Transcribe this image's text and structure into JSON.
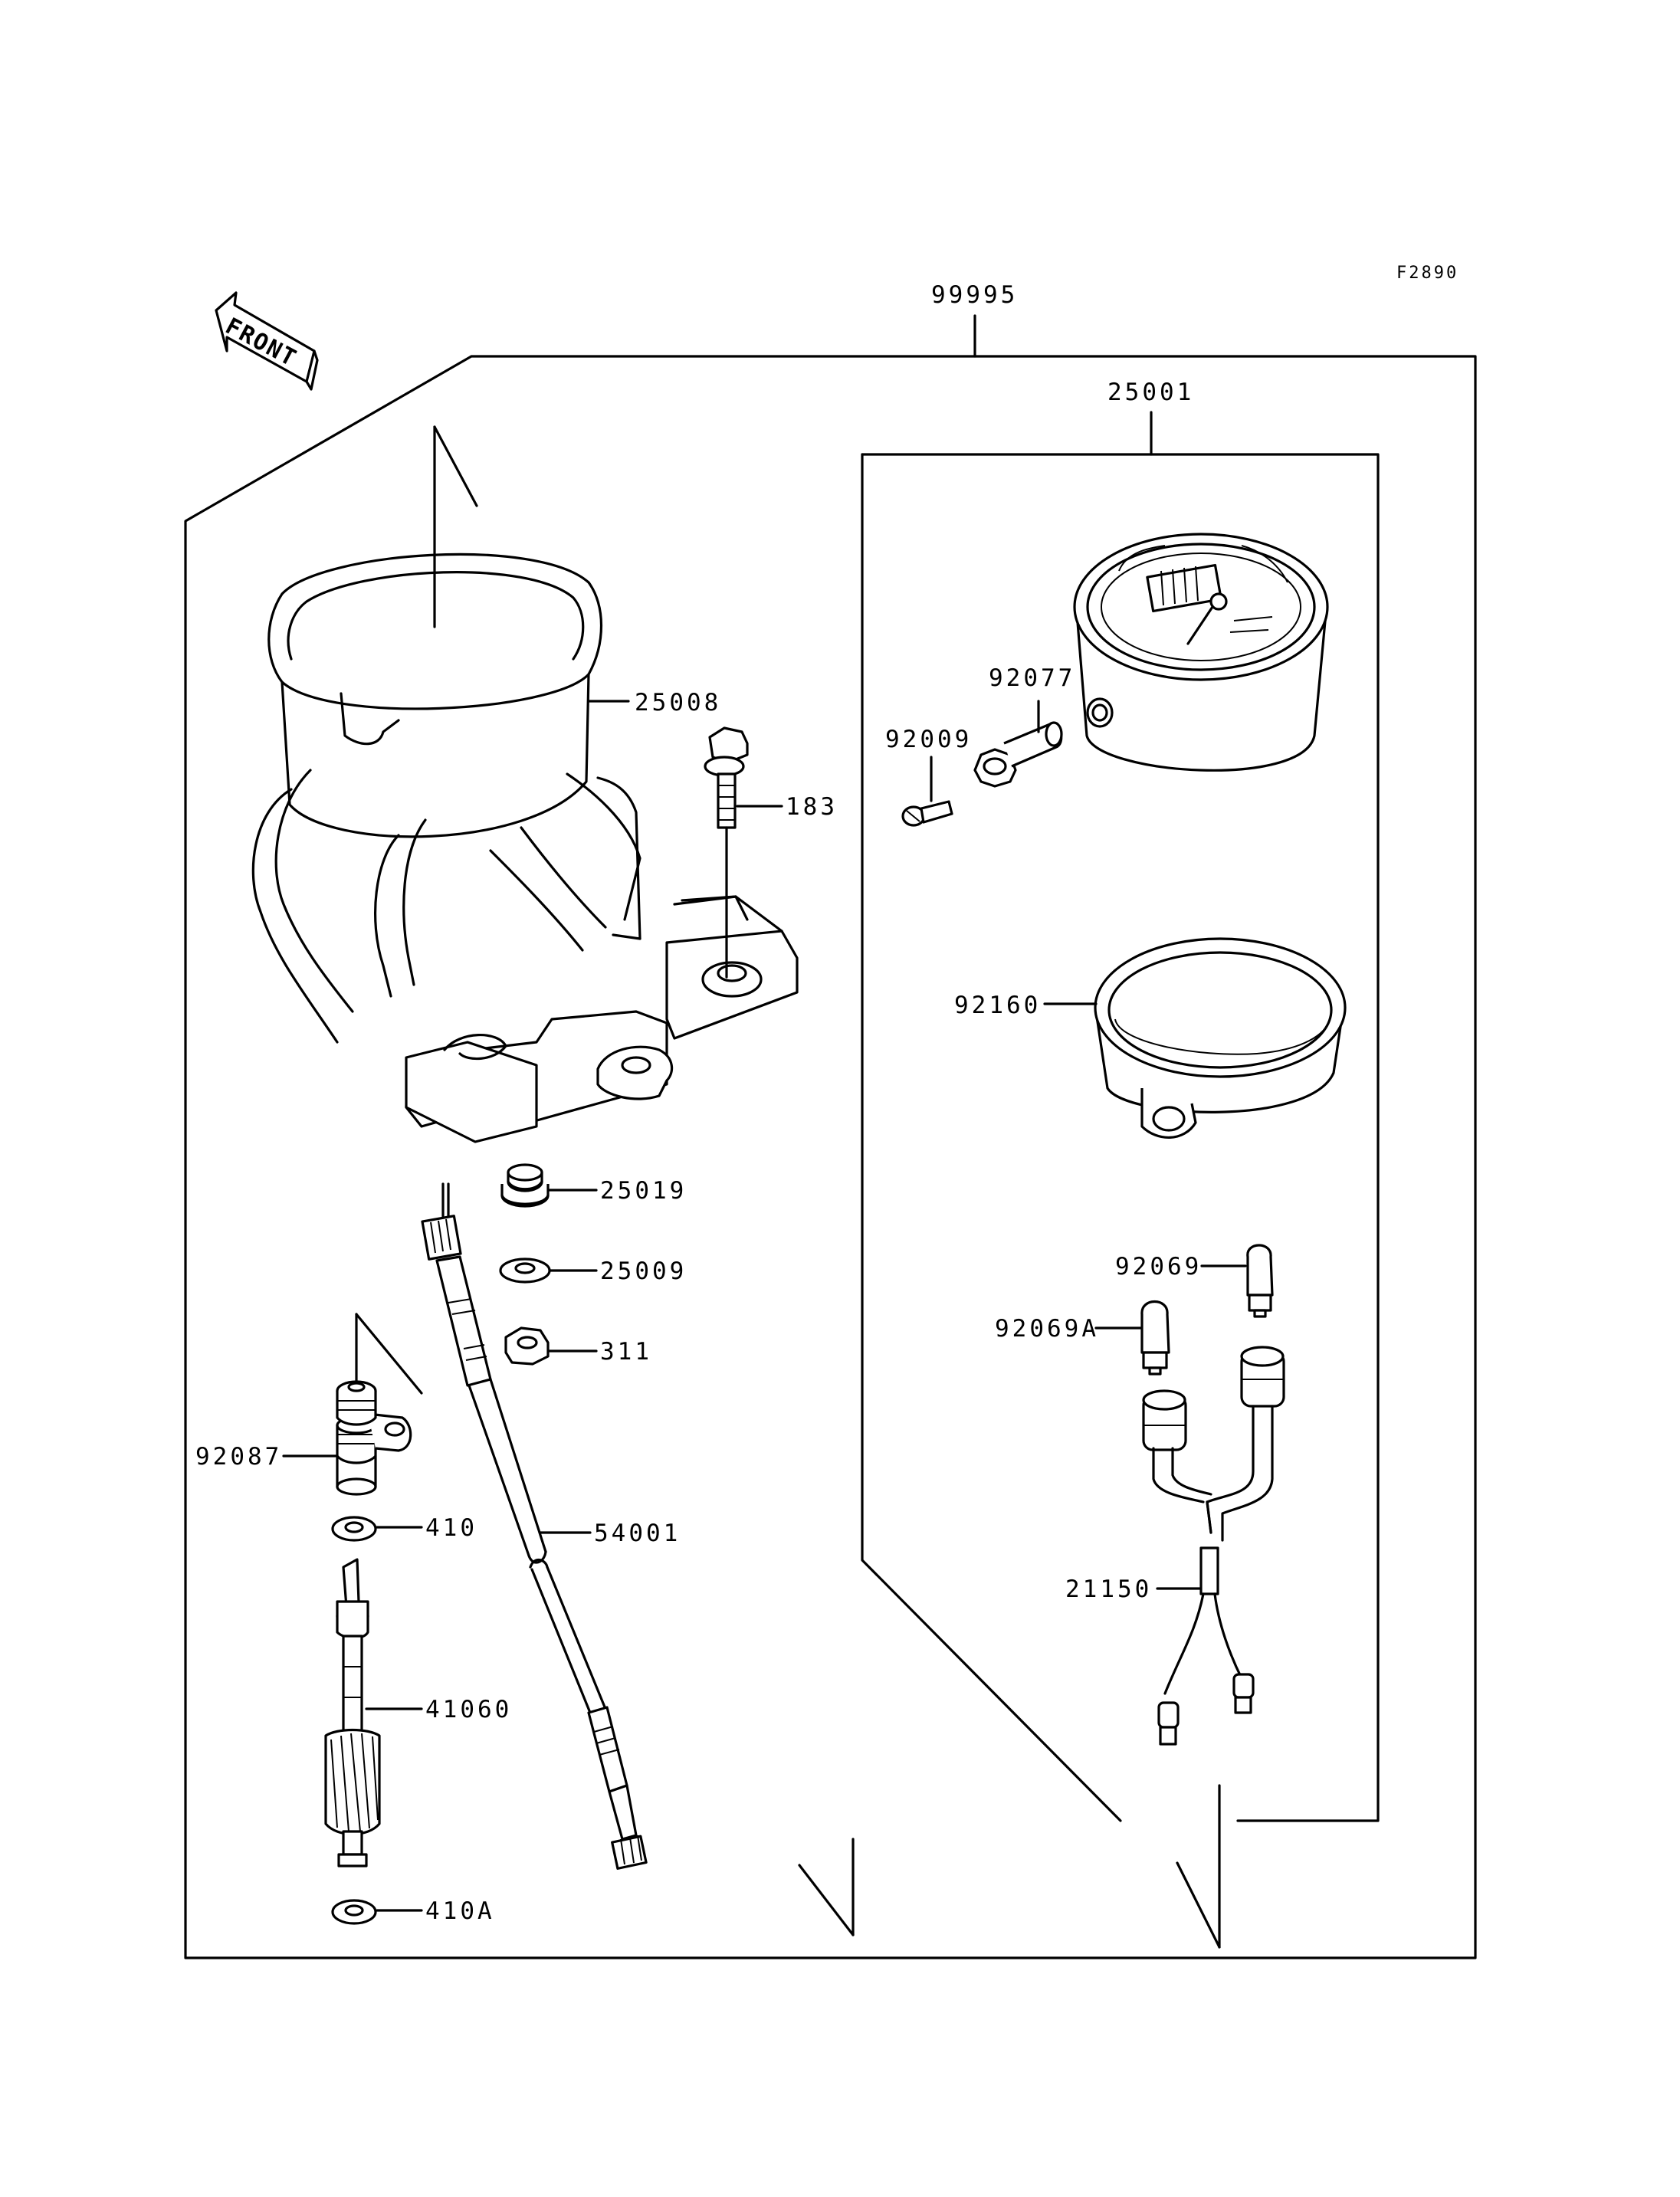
{
  "figure_code": "F2890",
  "front_label": "FRONT",
  "labels": {
    "p99995": "99995",
    "p25001": "25001",
    "p25008": "25008",
    "p183": "183",
    "p92077": "92077",
    "p92009": "92009",
    "p92160": "92160",
    "p25019": "25019",
    "p25009": "25009",
    "p311": "311",
    "p92087": "92087",
    "p410": "410",
    "p54001": "54001",
    "p41060": "41060",
    "p410A": "410A",
    "p92069": "92069",
    "p92069A": "92069A",
    "p21150": "21150"
  }
}
